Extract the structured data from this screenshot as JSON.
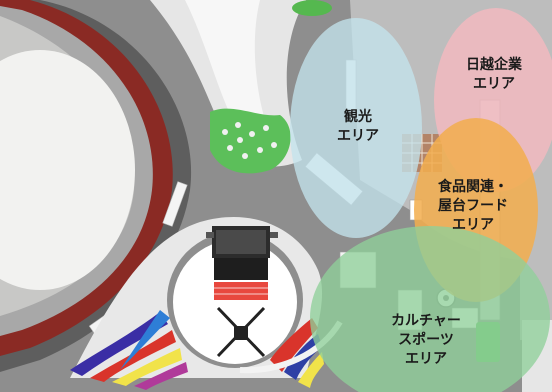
{
  "map": {
    "zones": [
      {
        "id": "nikko",
        "label": "日越企業\nエリア",
        "color": "#f4b9c0"
      },
      {
        "id": "kanko",
        "label": "観光\nエリア",
        "color": "#c3e3ec"
      },
      {
        "id": "food",
        "label": "食品関連・\n屋台フード\nエリア",
        "color": "#f2ad4e"
      },
      {
        "id": "culture",
        "label": "カルチャー\nスポーツ\nエリア",
        "color": "#8fcf9a"
      }
    ],
    "colors": {
      "pavement": "#8c8c8c",
      "plaza": "#e8e8e8",
      "stadium_roof": "#f2f2f0",
      "track": "#a89a92",
      "lawn": "#5cbf5a"
    }
  }
}
